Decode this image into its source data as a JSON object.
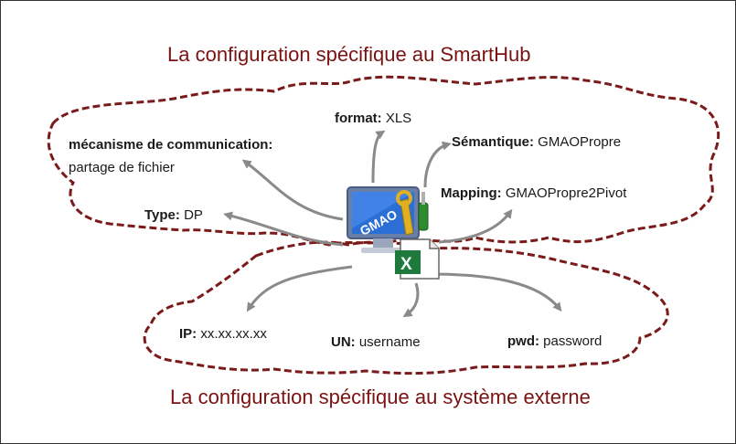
{
  "top_title": "La configuration spécifique au SmartHub",
  "bottom_title": "La configuration spécifique au système externe",
  "labels": {
    "format": {
      "key": "format:",
      "value": " XLS"
    },
    "mecanisme": {
      "key": "mécanisme de communication:",
      "value": "partage de fichier"
    },
    "semantique": {
      "key": "Sémantique:",
      "value": " GMAOPropre"
    },
    "type": {
      "key": "Type:",
      "value": " DP"
    },
    "mapping": {
      "key": "Mapping:",
      "value": " GMAOPropre2Pivot"
    },
    "ip": {
      "key": "IP:",
      "value": " xx.xx.xx.xx"
    },
    "un": {
      "key": "UN:",
      "value": " username"
    },
    "pwd": {
      "key": "pwd:",
      "value": " password"
    }
  },
  "icon": {
    "monitor_text": "GMAO",
    "excel_letter": "X"
  },
  "colors": {
    "cloud": "#7b1a1a",
    "arrow": "#808080",
    "title": "#7b1212"
  }
}
